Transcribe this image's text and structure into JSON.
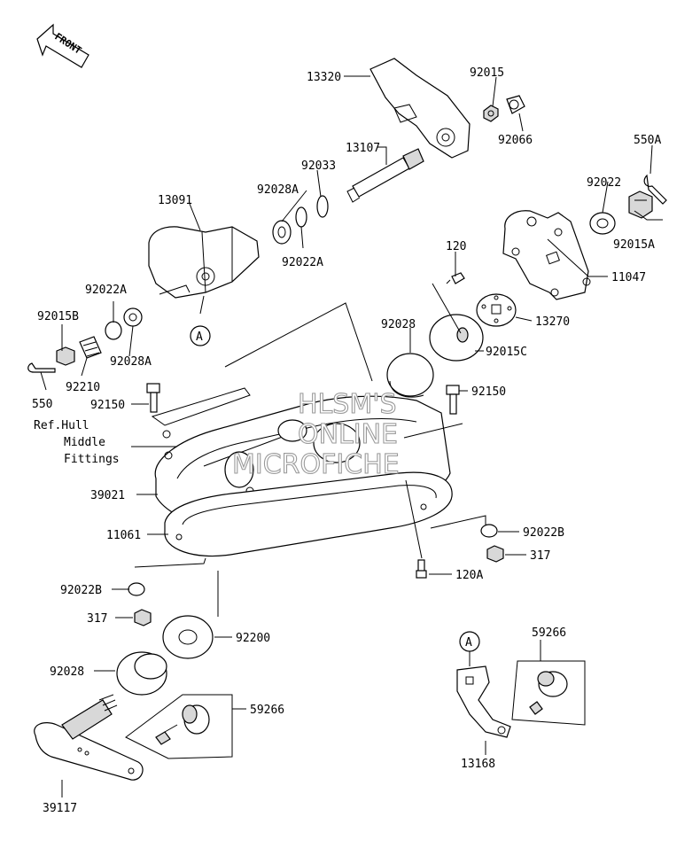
{
  "header": {
    "front_label": "FRONT"
  },
  "watermark": {
    "line1": "HLSM'S",
    "line2": "ONLINE",
    "line3": "MICROFICHE"
  },
  "callouts": {
    "ref_a": "A",
    "ref_b": "A"
  },
  "ref_note": {
    "line1": "Ref.Hull",
    "line2": "Middle",
    "line3": "Fittings"
  },
  "parts": {
    "p13320": "13320",
    "p92015": "92015",
    "p92066": "92066",
    "p550A": "550A",
    "p13107": "13107",
    "p92033": "92033",
    "p13091": "13091",
    "p92028A_top": "92028A",
    "p92022": "92022",
    "p92022A_top": "92022A",
    "p92015A": "92015A",
    "p120": "120",
    "p11047": "11047",
    "p92022A_left": "92022A",
    "p92015B": "92015B",
    "p13270": "13270",
    "p92028_top": "92028",
    "p92015C": "92015C",
    "p92028A_left": "92028A",
    "p92210": "92210",
    "p550": "550",
    "p92150_left": "92150",
    "p92150_right": "92150",
    "p39021": "39021",
    "p11061": "11061",
    "p92022B_right": "92022B",
    "p317_right": "317",
    "p120A": "120A",
    "p92022B_left": "92022B",
    "p317_left": "317",
    "p92200": "92200",
    "p59266_right": "59266",
    "p92028_bottom": "92028",
    "p59266_left": "59266",
    "p13168": "13168",
    "p39117": "39117"
  }
}
